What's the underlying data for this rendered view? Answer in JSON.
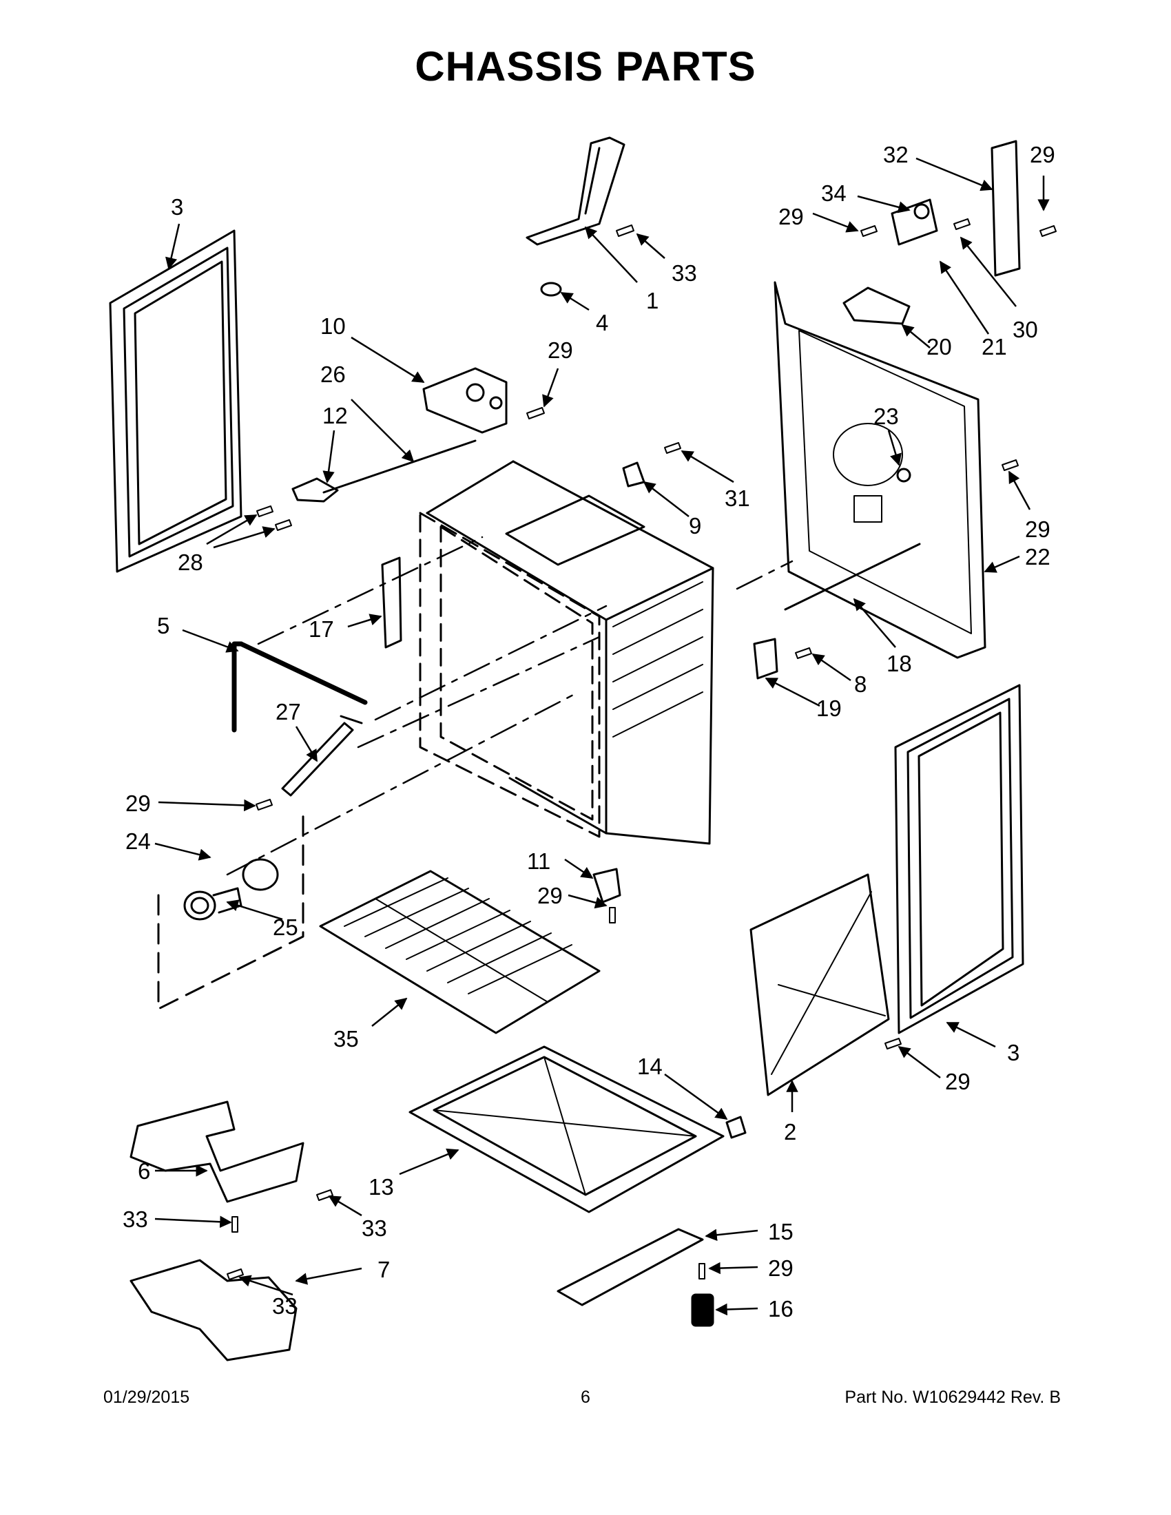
{
  "title": "CHASSIS PARTS",
  "callouts": {
    "c1": "1",
    "c2": "2",
    "c3a": "3",
    "c3b": "3",
    "c4": "4",
    "c5": "5",
    "c6": "6",
    "c7": "7",
    "c8": "8",
    "c9": "9",
    "c10": "10",
    "c11": "11",
    "c12": "12",
    "c13": "13",
    "c14": "14",
    "c15": "15",
    "c16": "16",
    "c17": "17",
    "c18": "18",
    "c19": "19",
    "c20": "20",
    "c21": "21",
    "c22": "22",
    "c23": "23",
    "c24": "24",
    "c25": "25",
    "c26": "26",
    "c27": "27",
    "c28": "28",
    "c29a": "29",
    "c29b": "29",
    "c29c": "29",
    "c29d": "29",
    "c29e": "29",
    "c29f": "29",
    "c29g": "29",
    "c29h": "29",
    "c30": "30",
    "c31": "31",
    "c32": "32",
    "c33a": "33",
    "c33b": "33",
    "c33c": "33",
    "c33d": "33",
    "c34": "34",
    "c35": "35"
  },
  "footer": {
    "date": "01/29/2015",
    "page": "6",
    "part_no": "Part No.  W10629442  Rev.  B"
  }
}
